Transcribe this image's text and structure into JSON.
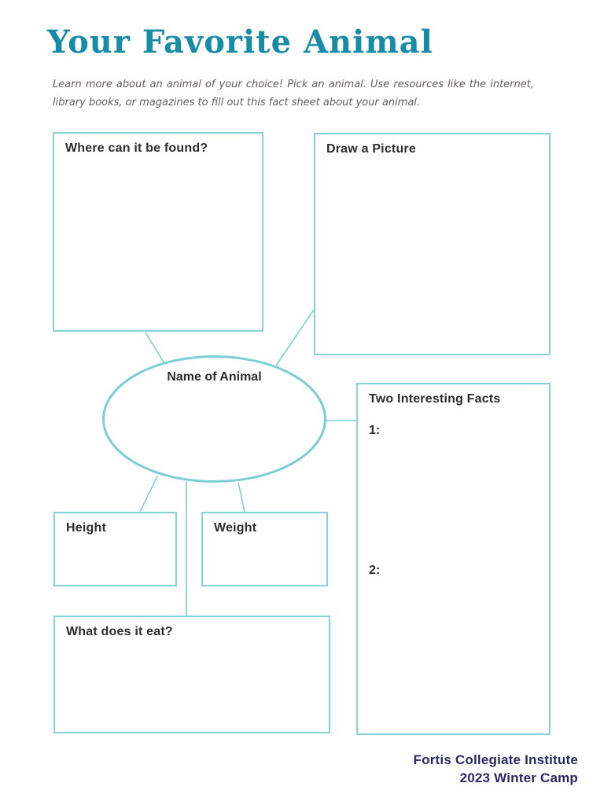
{
  "document": {
    "title": "Your Favorite Animal",
    "subtitle": "Learn more about an animal of your choice! Pick an animal. Use resources like the internet, library books, or magazines to fill out this fact sheet about your animal.",
    "footer": {
      "line1": "Fortis Collegiate Institute",
      "line2": "2023 Winter Camp"
    }
  },
  "diagram": {
    "center": {
      "label": "Name of Animal"
    },
    "boxes": {
      "where": {
        "label": "Where can it be found?"
      },
      "draw": {
        "label": "Draw a Picture"
      },
      "facts": {
        "label": "Two Interesting Facts",
        "item1": "1:",
        "item2": "2:"
      },
      "height": {
        "label": "Height"
      },
      "weight": {
        "label": "Weight"
      },
      "eat": {
        "label": "What does it eat?"
      }
    }
  },
  "colors": {
    "title_teal": "#178ca6",
    "box_border": "#85d2da",
    "ellipse_border": "#7ccdd6",
    "connector_line": "#7ccdd6",
    "label_text": "#2d2d2d",
    "subtitle_text": "#615f5c",
    "footer_navy": "#2b2965"
  }
}
